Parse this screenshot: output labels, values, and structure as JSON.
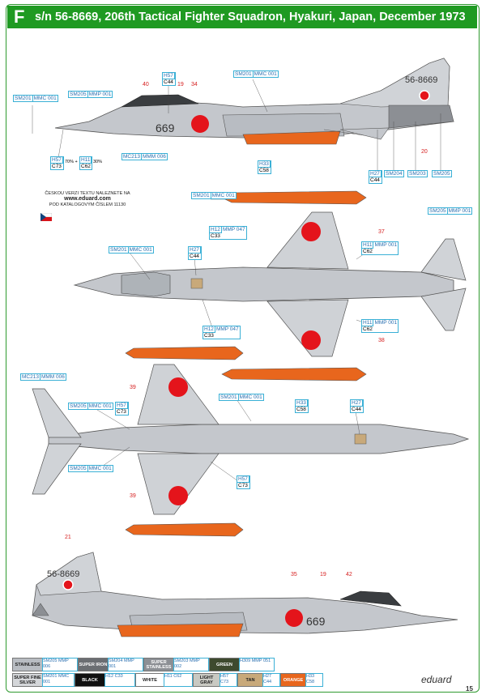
{
  "header": {
    "letter": "F",
    "title": "s/n 56-8669, 206th Tactical Fighter Squadron, Hyakuri, Japan, December 1973"
  },
  "note": {
    "line1": "ČESKOU VERZI TEXTU NALEZNETE NA",
    "url": "www.eduard.com",
    "line2": "POD KATALOGOVÝM ČÍSLEM 11130"
  },
  "aircraft": {
    "serial": "56-8669",
    "nose_code": "669"
  },
  "callouts": {
    "sm201": "SM201",
    "mmc001": "MMC 001",
    "sm205": "SM205",
    "mmp001": "MMP 001",
    "h57": "H57",
    "c73": "C73",
    "h11": "H11",
    "c62": "C62",
    "h27": "H27",
    "c44": "C44",
    "h12": "H12",
    "c33": "C33",
    "mmp047": "MMP 047",
    "h33": "H33",
    "c58": "C58",
    "mc213": "MC213",
    "mmm006": "MMM 006",
    "sm204": "SM204",
    "sm203": "SM203",
    "pct70": "70% +",
    "pct30": "30%"
  },
  "refs": [
    "40",
    "19",
    "34",
    "20",
    "37",
    "38",
    "39",
    "39",
    "21",
    "35",
    "19",
    "42"
  ],
  "legend": [
    {
      "name": "STAINLESS",
      "code": "SM205",
      "mm": "MMP 006",
      "bg": "#b8bcc2",
      "fg": "#222"
    },
    {
      "name": "SUPER IRON",
      "code": "SM204",
      "mm": "MMP 001",
      "bg": "#6b6e72",
      "fg": "#fff"
    },
    {
      "name": "SUPER STAINLESS",
      "code": "SM203",
      "mm": "MMP 002",
      "bg": "#8c8f94",
      "fg": "#fff"
    },
    {
      "name": "GREEN",
      "code": "H309",
      "mm": "MMP 051",
      "bg": "#3e4a2e",
      "fg": "#fff"
    },
    {
      "name": "SUPER FINE SILVER",
      "code": "SM201",
      "mm": "MMC 001",
      "bg": "#d4d6d9",
      "fg": "#222"
    },
    {
      "name": "BLACK",
      "code": "H12",
      "mm": "C33",
      "bg": "#111",
      "fg": "#fff"
    },
    {
      "name": "WHITE",
      "code": "H11",
      "mm": "C62",
      "bg": "#fff",
      "fg": "#222"
    },
    {
      "name": "LIGHT GRAY",
      "code": "H57",
      "mm": "C73",
      "bg": "#c9c9c2",
      "fg": "#222"
    },
    {
      "name": "TAN",
      "code": "H27",
      "mm": "C44",
      "bg": "#c8a97a",
      "fg": "#222"
    },
    {
      "name": "ORANGE",
      "code": "H33",
      "mm": "C58",
      "bg": "#e8661d",
      "fg": "#fff"
    }
  ],
  "footer": {
    "brand": "eduard",
    "page": "15"
  },
  "colors": {
    "header_green": "#1f9a22",
    "hinomaru_red": "#e4141b",
    "orange": "#e8661d",
    "silver": "#c4c7cc"
  }
}
